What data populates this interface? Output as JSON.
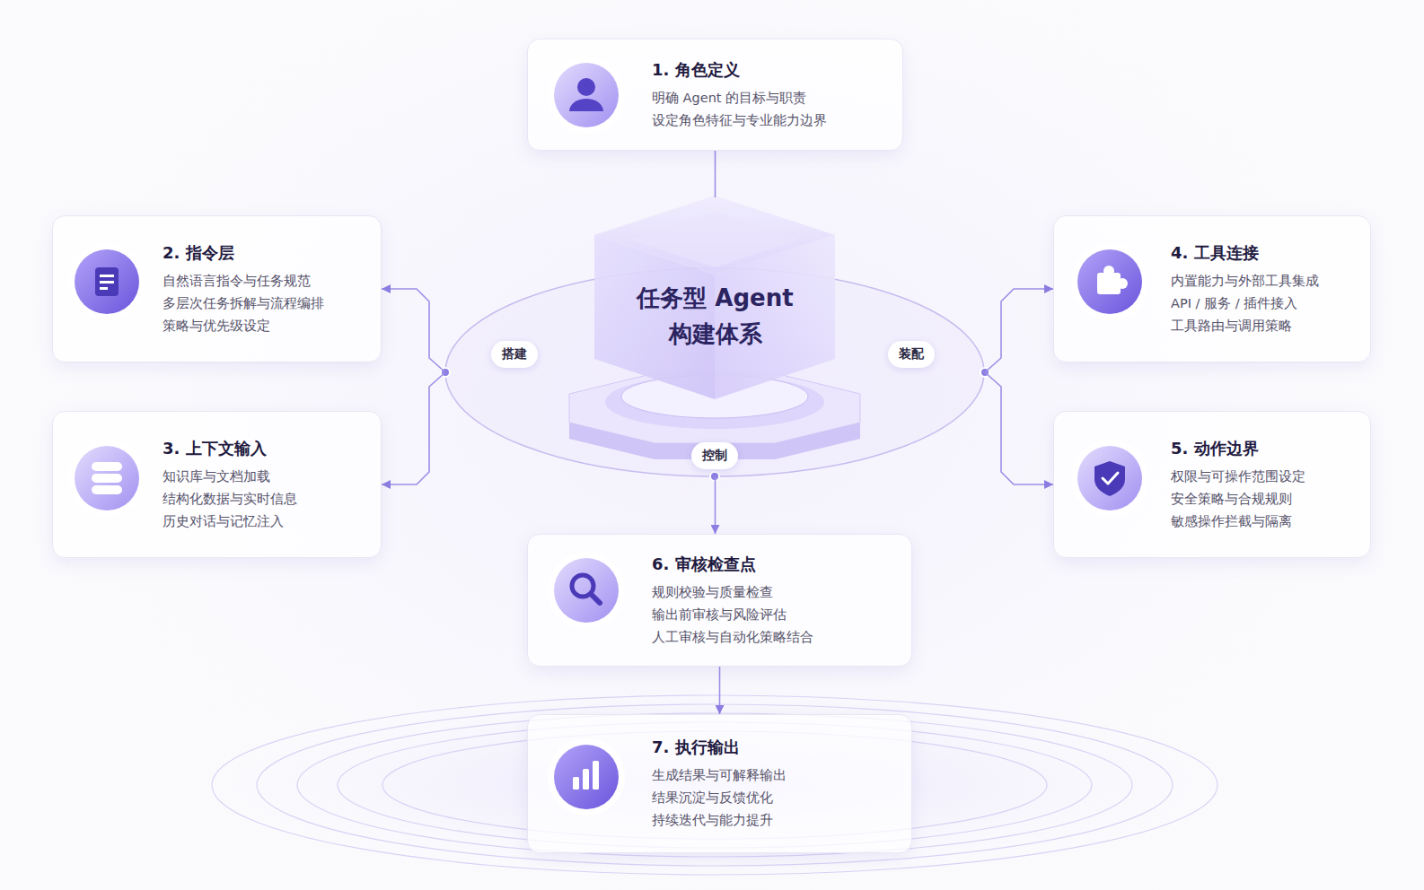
{
  "diagram": {
    "nodes": [
      {
        "text": [
          "任务型 Agent 构建体系"
        ]
      },
      {
        "text": [
          "1. 角色定义",
          "明确 Agent 的目标与职责",
          "设定角色特征与专业能力边界"
        ]
      },
      {
        "text": [
          "2. 指令层",
          "自然语言指令与任务规范",
          "多层次任务拆解与流程编排",
          "策略与优先级设定"
        ]
      },
      {
        "text": [
          "3. 上下文输入",
          "知识库与文档加载",
          "结构化数据与实时信息",
          "历史对话与记忆注入"
        ]
      },
      {
        "text": [
          "4. 工具连接",
          "内置能力与外部工具集成",
          "API / 服务 / 插件接入",
          "工具路由与调用策略"
        ]
      },
      {
        "text": [
          "5. 动作边界",
          "权限与可操作范围设定",
          "安全策略与合规规则",
          "敏感操作拦截与隔离"
        ]
      },
      {
        "text": [
          "6. 审核检查点",
          "规则校验与质量检查",
          "输出前审核与风险评估",
          "人工审核与自动化策略结合"
        ]
      },
      {
        "text": [
          "7. 执行输出",
          "生成结果与可解释输出",
          "结果沉淀与反馈优化",
          "持续迭代与能力提升"
        ]
      }
    ],
    "edges": [
      {
        "from": 0,
        "to": 1,
        "arrow": "none"
      },
      {
        "from": 0,
        "to": 2,
        "arrow": "to"
      },
      {
        "from": 0,
        "to": 3,
        "arrow": "to"
      },
      {
        "from": 0,
        "to": 4,
        "arrow": "to"
      },
      {
        "from": 0,
        "to": 5,
        "arrow": "to"
      },
      {
        "from": 0,
        "to": 6,
        "arrow": "to"
      },
      {
        "from": 6,
        "to": 7,
        "arrow": "to"
      }
    ],
    "labels": [
      "搭建",
      "装配",
      "控制"
    ]
  }
}
